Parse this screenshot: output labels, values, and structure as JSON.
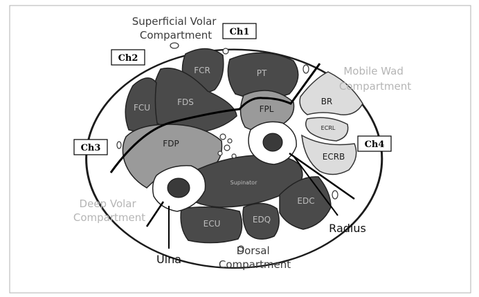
{
  "compartments": {
    "superficial_volar": [
      "Superficial Volar",
      "Compartment"
    ],
    "mobile_wad": [
      "Mobile Wad",
      "Compartment"
    ],
    "deep_volar": [
      "Deep Volar",
      "Compartment"
    ],
    "dorsal": [
      "Dorsal",
      "Compartment"
    ]
  },
  "muscles": {
    "fcr": "FCR",
    "pt": "PT",
    "fcu": "FCU",
    "fds": "FDS",
    "fpl": "FPL",
    "fdp": "FDP",
    "br": "BR",
    "ecrl": "ECRL",
    "ecrb": "ECRB",
    "supinator": "Supinator",
    "edc": "EDC",
    "edq": "EDQ",
    "ecu": "ECU"
  },
  "bones": {
    "ulna": "Ulna",
    "radius": "Radius"
  },
  "channels": {
    "ch1": "Ch1",
    "ch2": "Ch2",
    "ch3": "Ch3",
    "ch4": "Ch4"
  },
  "colors": {
    "dark_muscle": "#4a4a4a",
    "mid_muscle": "#9a9a9a",
    "light_muscle": "#dcdcdc",
    "frame": "#b0b0b0"
  }
}
